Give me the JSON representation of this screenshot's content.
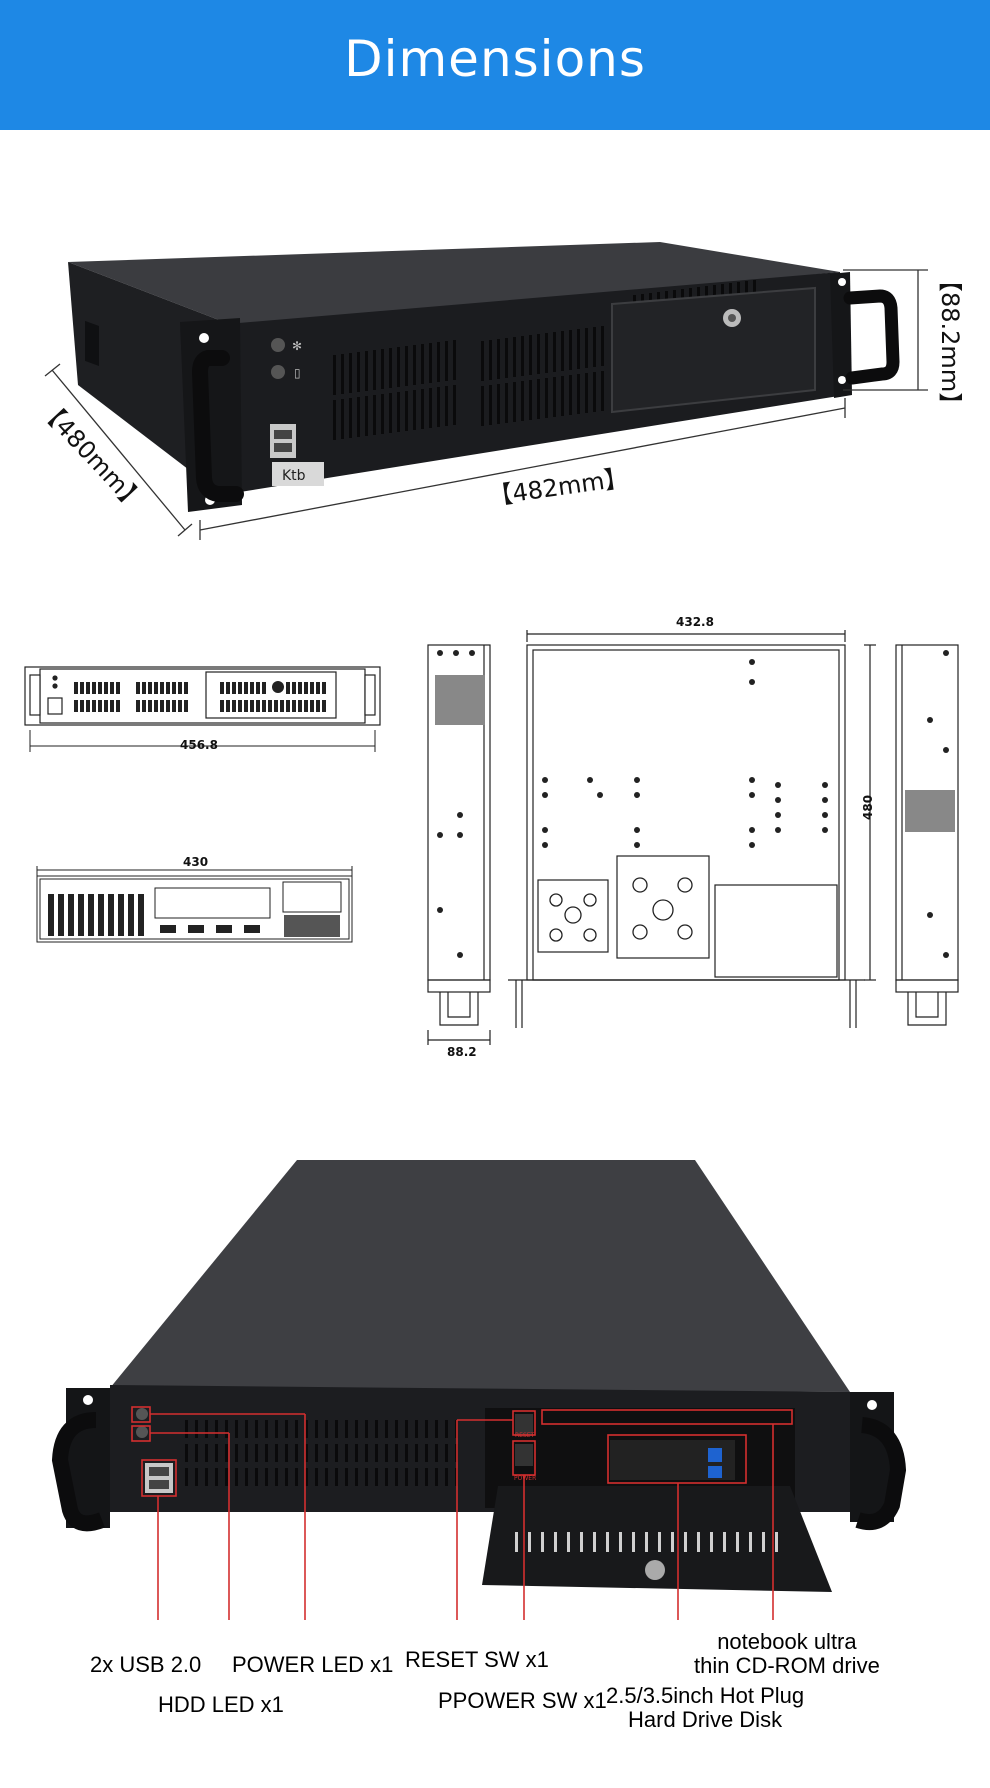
{
  "header": {
    "title": "Dimensions"
  },
  "photo_top": {
    "depth_label": "【480mm】",
    "width_label": "【482mm】",
    "height_label": "【88.2mm】",
    "brand": "Ktb"
  },
  "drawings": {
    "front_width": "456.8",
    "rear_width": "430",
    "side_height": "88.2",
    "top_width": "432.8",
    "top_depth": "480"
  },
  "callouts": {
    "usb": "2x USB 2.0",
    "hdd_led": "HDD LED x1",
    "power_led": "POWER LED x1",
    "reset_sw": "RESET SW x1",
    "power_sw": "PPOWER SW x1",
    "hot_plug_line1": "2.5/3.5inch Hot Plug",
    "hot_plug_line2": "Hard Drive Disk",
    "cdrom_line1": "notebook ultra",
    "cdrom_line2": "thin CD-ROM drive",
    "reset_tag": "RESET",
    "power_tag": "POWER"
  },
  "colors": {
    "header_bg": "#1e88e5",
    "callout_red": "#d32f2f",
    "chassis": "#2a2b2e"
  }
}
